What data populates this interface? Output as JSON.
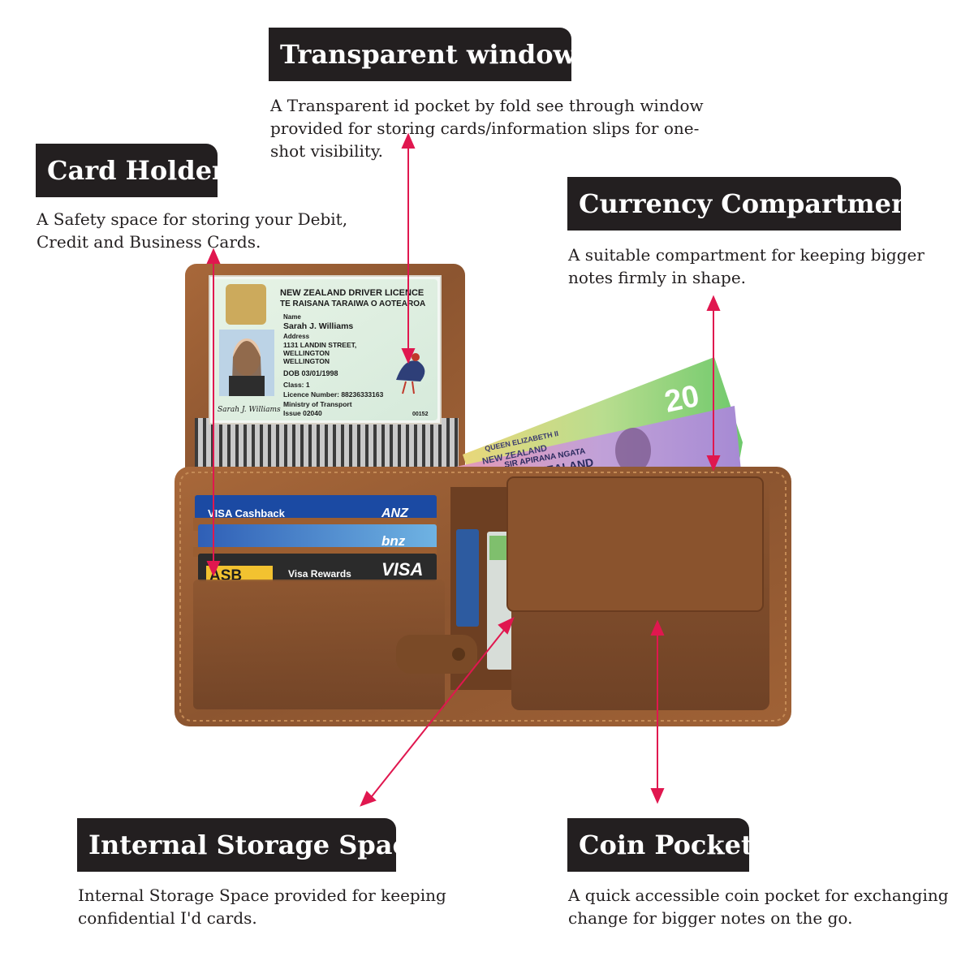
{
  "callouts": {
    "transparent_window": {
      "title": "Transparent window",
      "line1": "A Transparent id pocket by fold see through window",
      "line2": "provided for storing cards/information slips for one-",
      "line3": "shot visibility."
    },
    "card_holder": {
      "title": "Card Holder",
      "line1": "A Safety space for storing your Debit,",
      "line2": "Credit and Business Cards."
    },
    "currency_compartment": {
      "title": "Currency Compartment",
      "line1": "A suitable compartment for keeping bigger",
      "line2": "notes firmly in shape."
    },
    "internal_storage": {
      "title": "Internal Storage Space",
      "line1": "Internal Storage Space provided for keeping",
      "line2": "confidential I'd cards."
    },
    "coin_pocket": {
      "title": "Coin Pocket",
      "line1": "A quick accessible coin pocket for exchanging",
      "line2": "change for bigger notes on the go."
    }
  },
  "licence": {
    "title1": "NEW ZEALAND DRIVER LICENCE",
    "title2": "TE RAISANA TARAIWA O AOTEAROA",
    "name_label": "Name",
    "name": "Sarah J. Williams",
    "address_label": "Address",
    "addr1": "1131 LANDIN STREET,",
    "addr2": "WELLINGTON",
    "addr3": "WELLINGTON",
    "dob": "DOB  03/01/1998",
    "class": "Class: 1",
    "number": "Licence Number: 88236333163",
    "ministry": "Ministry of Transport",
    "issue": "Issue 02040",
    "serial": "00152",
    "signature": "Sarah J. Williams"
  },
  "cards": {
    "visa_cashback": "VISA Cashback",
    "anz": "ANZ",
    "bnz": "bnz",
    "asb": "ASB",
    "visa_rewards": "Visa Rewards",
    "visa": "VISA"
  },
  "banknote": {
    "queen": "QUEEN ELIZABETH II",
    "nz_top": "NEW ZEALAND",
    "sir": "SIR APIRANA NGATA",
    "nz": "NEW ZEALAND",
    "value": "20"
  },
  "colors": {
    "tag_bg": "#231f20",
    "arrow": "#e0174f",
    "leather": "#9a5f2f"
  }
}
